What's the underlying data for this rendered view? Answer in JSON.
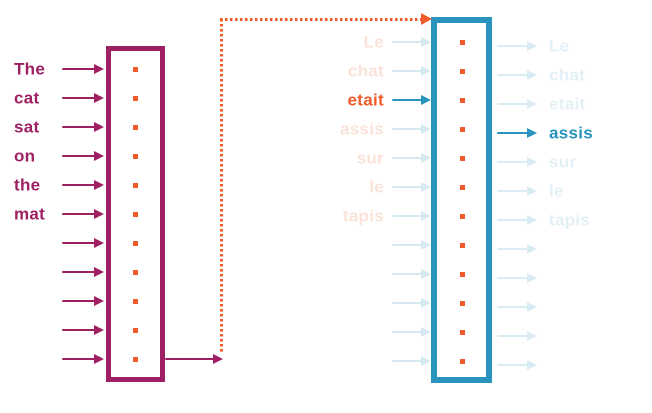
{
  "diagram": {
    "type": "seq2seq-encoder-decoder-translation",
    "colors": {
      "encoder": "#9E2063",
      "decoder": "#2994BD",
      "highlight_orange": "#F15A29",
      "cell_square": "#F15A29",
      "faded_source_word": "#FAE3D9",
      "faded_target_word": "#E3F0F6",
      "faded_input_arrow": "#D6E8F0",
      "faded_output_arrow": "#DAECF3"
    },
    "encoder": {
      "input_words": [
        "The",
        "cat",
        "sat",
        "on",
        "the",
        "mat"
      ],
      "unlabeled_input_arrows": 5,
      "cell_count": 11
    },
    "context_arrow": {
      "style": "dotted",
      "color": "#F15A29"
    },
    "decoder": {
      "cell_count": 12,
      "input_words": [
        {
          "text": "Le",
          "state": "faded"
        },
        {
          "text": "chat",
          "state": "faded"
        },
        {
          "text": "etait",
          "state": "active"
        },
        {
          "text": "assis",
          "state": "faded"
        },
        {
          "text": "sur",
          "state": "faded"
        },
        {
          "text": "le",
          "state": "faded"
        },
        {
          "text": "tapis",
          "state": "faded"
        }
      ],
      "unlabeled_input_arrows": 5,
      "output_words": [
        {
          "text": "Le",
          "state": "faded"
        },
        {
          "text": "chat",
          "state": "faded"
        },
        {
          "text": "etait",
          "state": "faded"
        },
        {
          "text": "assis",
          "state": "active"
        },
        {
          "text": "sur",
          "state": "faded"
        },
        {
          "text": "le",
          "state": "faded"
        },
        {
          "text": "tapis",
          "state": "faded"
        }
      ],
      "unlabeled_output_arrows": 5
    }
  }
}
